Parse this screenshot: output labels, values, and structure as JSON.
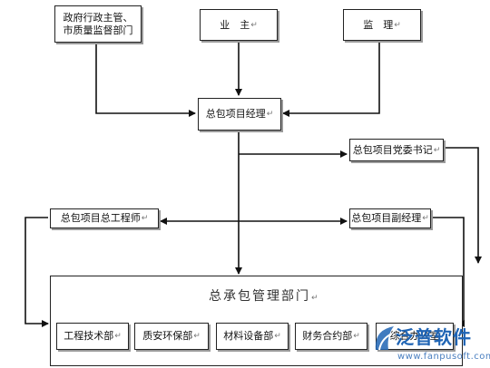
{
  "nodes": {
    "gov_dept": "政府行政主管、\n市质量监督部门",
    "owner": "业　主",
    "supervisor": "监　理",
    "pm": "总包项目经理",
    "party_secretary": "总包项目党委书记",
    "chief_engineer": "总包项目总工程师",
    "deputy_pm": "总包项目副经理",
    "general_dept": "总承包管理部门",
    "dept_tech": "工程技术部",
    "dept_safety": "质安环保部",
    "dept_material": "材料设备部",
    "dept_finance": "财务合约部",
    "dept_office": "综合办公室"
  },
  "edit_mark": "↵",
  "watermark": {
    "brand": "泛普软件",
    "url": "www.fanpusoft.com"
  },
  "colors": {
    "line": "#111111",
    "brand": "#1f64b4"
  }
}
